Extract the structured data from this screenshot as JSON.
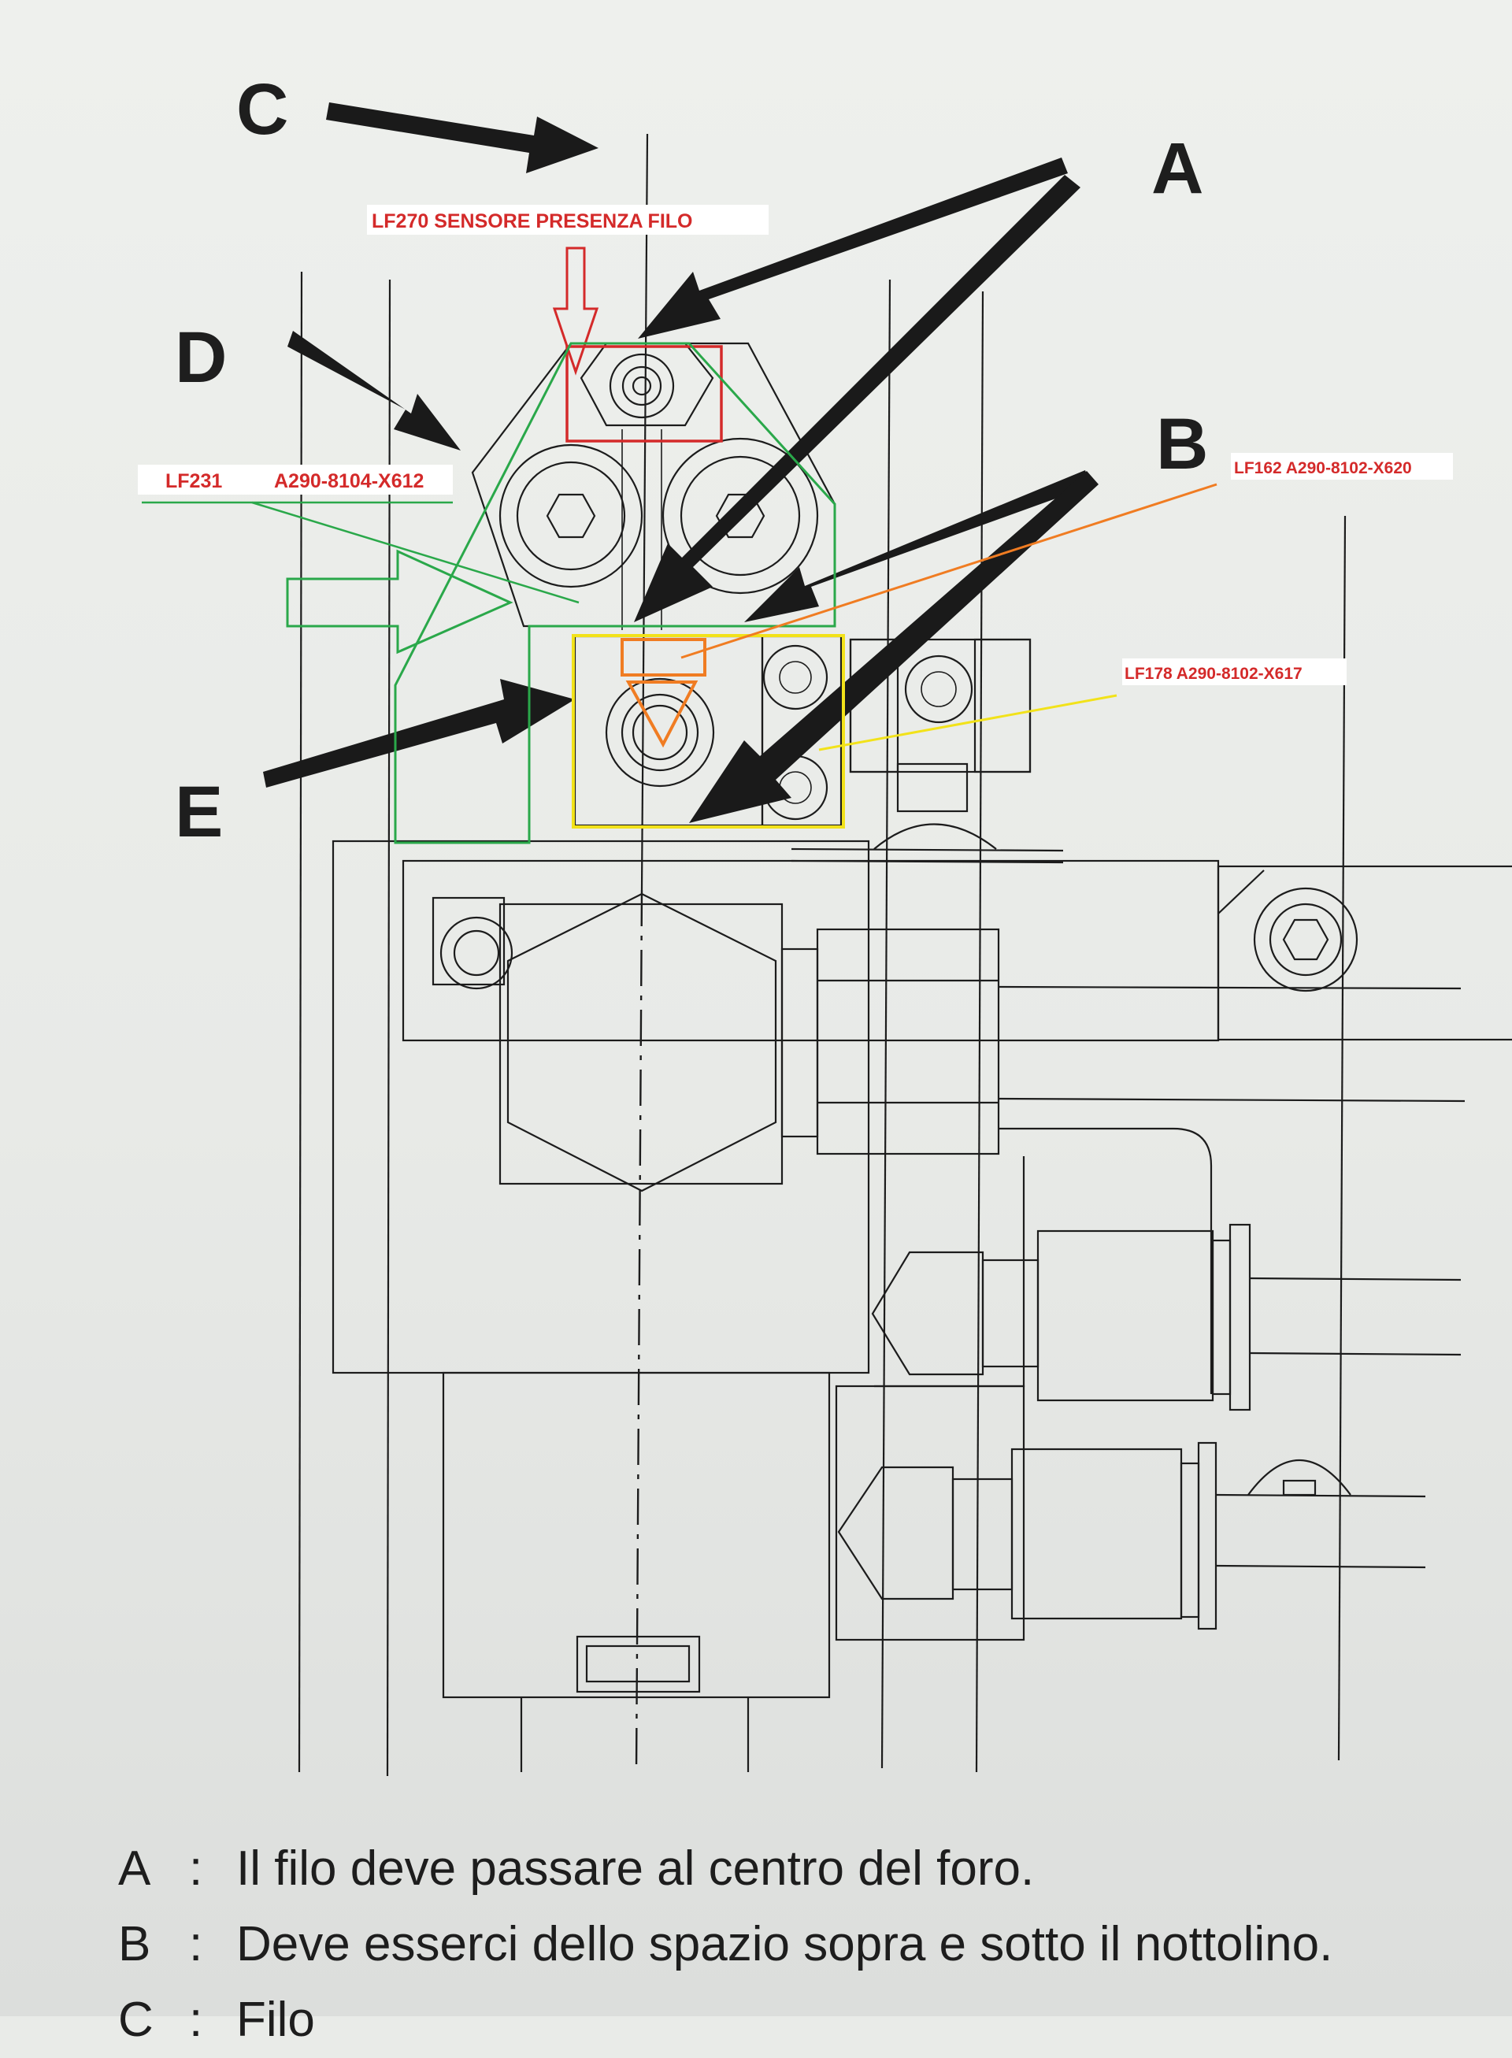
{
  "callouts": {
    "A": "A",
    "B": "B",
    "C": "C",
    "D": "D",
    "E": "E"
  },
  "tags": {
    "lf270": "LF270  SENSORE PRESENZA FILO",
    "lf231_code": "LF231",
    "lf231_part": "A290-8104-X612",
    "lf162": "LF162  A290-8102-X620",
    "lf178": "LF178  A290-8102-X617"
  },
  "legend": [
    {
      "key": "A",
      "sep": ":",
      "text": "Il filo deve passare al centro del foro."
    },
    {
      "key": "B",
      "sep": ":",
      "text": "Deve esserci dello spazio sopra e sotto il nottolino."
    },
    {
      "key": "C",
      "sep": ":",
      "text": "Filo"
    }
  ],
  "colors": {
    "red": "#d42a2a",
    "green": "#2aa84a",
    "orange": "#f07c22",
    "yellow": "#f2e21a",
    "ink": "#1c1c1c"
  }
}
